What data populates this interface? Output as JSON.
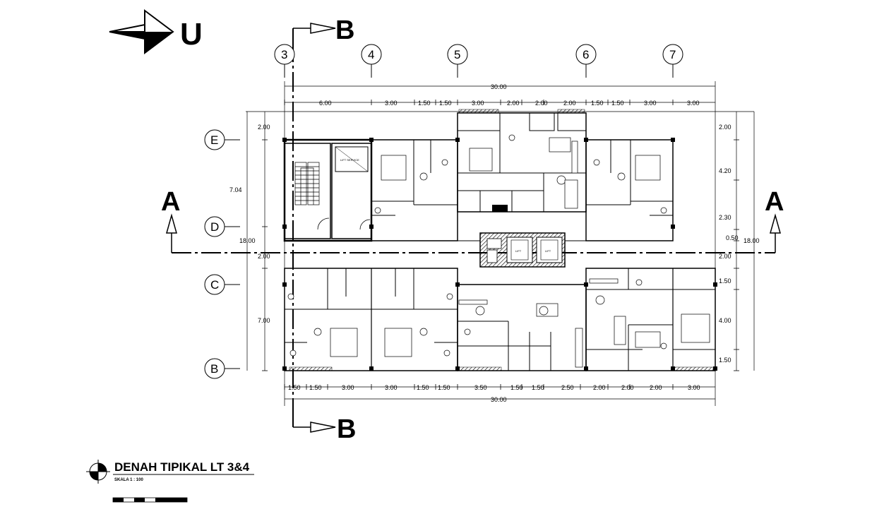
{
  "drawing": {
    "title": "DENAH TIPIKAL LT 3&4",
    "scale": "SKALA 1 : 100"
  },
  "north": {
    "letter": "U"
  },
  "sections": {
    "a": "A",
    "b": "B"
  },
  "grid": {
    "columns": [
      "3",
      "4",
      "5",
      "6",
      "7"
    ],
    "rows": [
      "E",
      "D",
      "C",
      "B"
    ]
  },
  "dimensions": {
    "total_top": "30.00",
    "total_bottom": "30.00",
    "top": [
      "6.00",
      "3.00",
      "1.50",
      "1.50",
      "3.00",
      "2.00",
      "2.00",
      "2.00",
      "1.50",
      "1.50",
      "3.00",
      "3.00"
    ],
    "bottom": [
      "1.50",
      "1.50",
      "3.00",
      "3.00",
      "1.50",
      "1.50",
      "3.50",
      "1.50",
      "1.50",
      "2.50",
      "2.00",
      "2.00",
      "2.00",
      "3.00"
    ],
    "left": [
      "2.00",
      "7.04",
      "2.00",
      "7.00"
    ],
    "left_total": "18.00",
    "right": [
      "2.00",
      "4.20",
      "2.30",
      "0.50",
      "2.00",
      "1.50",
      "4.00",
      "1.50"
    ],
    "right_total": "18.00"
  },
  "labels": {
    "lift_service": "LIFT SERVICE",
    "lift_1": "LIFT",
    "lift_2": "LIFT"
  }
}
